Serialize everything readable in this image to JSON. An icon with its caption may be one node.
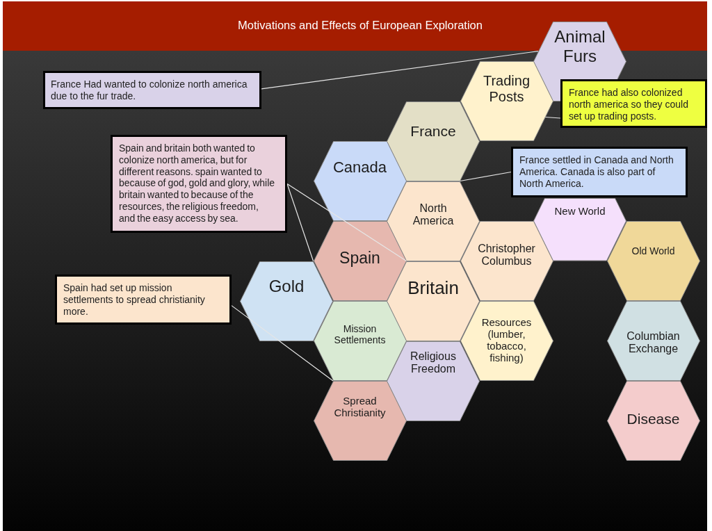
{
  "diagram": {
    "title": "Motivations and Effects of European Exploration",
    "nodes": [
      {
        "text": [
          "Animal Furs"
        ]
      },
      {
        "text": [
          "France Had wanted to colonize north america due to the fur trade."
        ]
      },
      {
        "text": [
          "Trading Posts"
        ]
      },
      {
        "text": [
          "France had also colonized north america so they could set up trading posts."
        ]
      },
      {
        "text": [
          "France"
        ]
      },
      {
        "text": [
          "Spain and britain both wanted to colonize north america, but for different reasons. spain wanted to because of god, gold and glory, while britain wanted to because of the resources, the religious freedom, and the easy access by sea."
        ]
      },
      {
        "text": [
          "Canada"
        ]
      },
      {
        "text": [
          "France settled in Canada and North America. Canada is also part of North America."
        ]
      },
      {
        "text": [
          "North America"
        ]
      },
      {
        "text": [
          "New World"
        ]
      },
      {
        "text": [
          "Spain"
        ]
      },
      {
        "text": [
          "Christopher Columbus"
        ]
      },
      {
        "text": [
          "Old World"
        ]
      },
      {
        "text": [
          "Spain had set up mission settlements to spread christianity more."
        ]
      },
      {
        "text": [
          "Gold"
        ]
      },
      {
        "text": [
          "Britain"
        ]
      },
      {
        "text": [
          "Mission Settlements"
        ]
      },
      {
        "text": [
          "Resources (lumber, tobacco, fishing)"
        ]
      },
      {
        "text": [
          "Columbian Exchange"
        ]
      },
      {
        "text": [
          "Religious Freedom"
        ]
      },
      {
        "text": [
          "Spread Christianity"
        ]
      },
      {
        "text": [
          "Disease"
        ]
      }
    ],
    "edges": [
      {
        "from": 1,
        "to": 0,
        "arrow": "none"
      },
      {
        "from": 3,
        "to": 2,
        "arrow": "none"
      },
      {
        "from": 5,
        "to": 10,
        "arrow": "none"
      },
      {
        "from": 5,
        "to": 15,
        "arrow": "none"
      },
      {
        "from": 7,
        "to": 8,
        "arrow": "none"
      },
      {
        "from": 13,
        "to": 20,
        "arrow": "none"
      }
    ]
  }
}
